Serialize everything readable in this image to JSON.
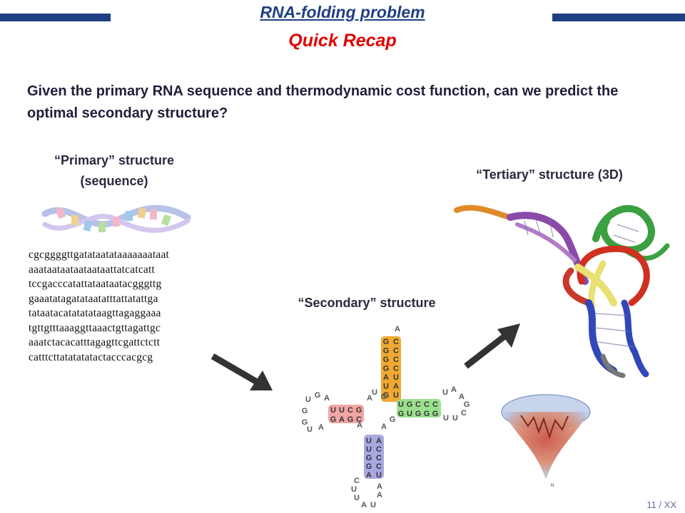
{
  "header": {
    "title": "RNA-folding problem",
    "subtitle": "Quick Recap",
    "bar_color": "#1f3f84"
  },
  "question": "Given the primary RNA sequence and thermodynamic cost function, can we predict the optimal secondary structure?",
  "primary": {
    "label_line1": "“Primary” structure",
    "label_line2": "(sequence)",
    "sequence_lines": [
      "cgcggggttgatataatataaaaaaataat",
      "aaataataataataataattatcatcatt",
      "tccgacccatattataataatacgggttg",
      "gaaatatagatataatatttattatattga",
      "tataatacatatatataagttagaggaaa",
      "tgttgtttaaaggttaaactgttagattgc",
      "aaatctacacatttagagttcgattctctt",
      "catttcttatatatatactacccacgcg"
    ]
  },
  "secondary": {
    "label": "“Secondary” structure",
    "top_stem_left": [
      "G",
      "G",
      "G",
      "G",
      "A",
      "U",
      "G"
    ],
    "top_stem_right": [
      "C",
      "C",
      "C",
      "C",
      "U",
      "A",
      "U"
    ],
    "top_tail": "A",
    "left_arm_top": [
      "U",
      "U",
      "C",
      "G"
    ],
    "left_arm_bottom": [
      "G",
      "A",
      "G",
      "C"
    ],
    "right_arm_top": [
      "U",
      "G",
      "C",
      "C",
      "C"
    ],
    "right_arm_bottom": [
      "G",
      "U",
      "G",
      "G",
      "G"
    ],
    "bottom_stem_left": [
      "U",
      "U",
      "G",
      "G",
      "A"
    ],
    "bottom_stem_right": [
      "A",
      "C",
      "C",
      "C",
      "U"
    ],
    "left_loop": [
      "U",
      "G",
      "A",
      "G",
      "G",
      "U",
      "A"
    ],
    "right_loop": [
      "U",
      "A",
      "A",
      "G",
      "C",
      "U",
      "U"
    ],
    "bottom_loop": [
      "C",
      "U",
      "U",
      "A",
      "U",
      "A",
      "A"
    ],
    "junction": [
      "A",
      "U",
      "G",
      "A",
      "A",
      "G"
    ],
    "colors": {
      "top": "#f0a830",
      "left": "#f2a5a5",
      "right": "#9be08f",
      "bottom": "#a8a8e0"
    }
  },
  "tertiary": {
    "label": "“Tertiary” structure (3D)"
  },
  "page_number": "11 / XX"
}
